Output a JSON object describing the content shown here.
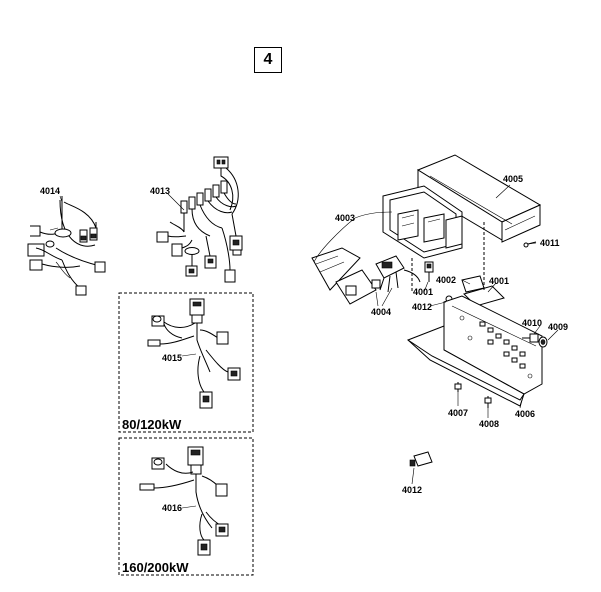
{
  "page_number": "4",
  "variants": {
    "small": "80/120kW",
    "large": "160/200kW"
  },
  "callouts": {
    "p4014": "4014",
    "p4013": "4013",
    "p4015": "4015",
    "p4016": "4016",
    "p4003": "4003",
    "p4004": "4004",
    "p4005": "4005",
    "p4011": "4011",
    "p4002": "4002",
    "p4001a": "4001",
    "p4001b": "4001",
    "p4012a": "4012",
    "p4012b": "4012",
    "p4010": "4010",
    "p4009": "4009",
    "p4007": "4007",
    "p4008": "4008",
    "p4006": "4006"
  }
}
